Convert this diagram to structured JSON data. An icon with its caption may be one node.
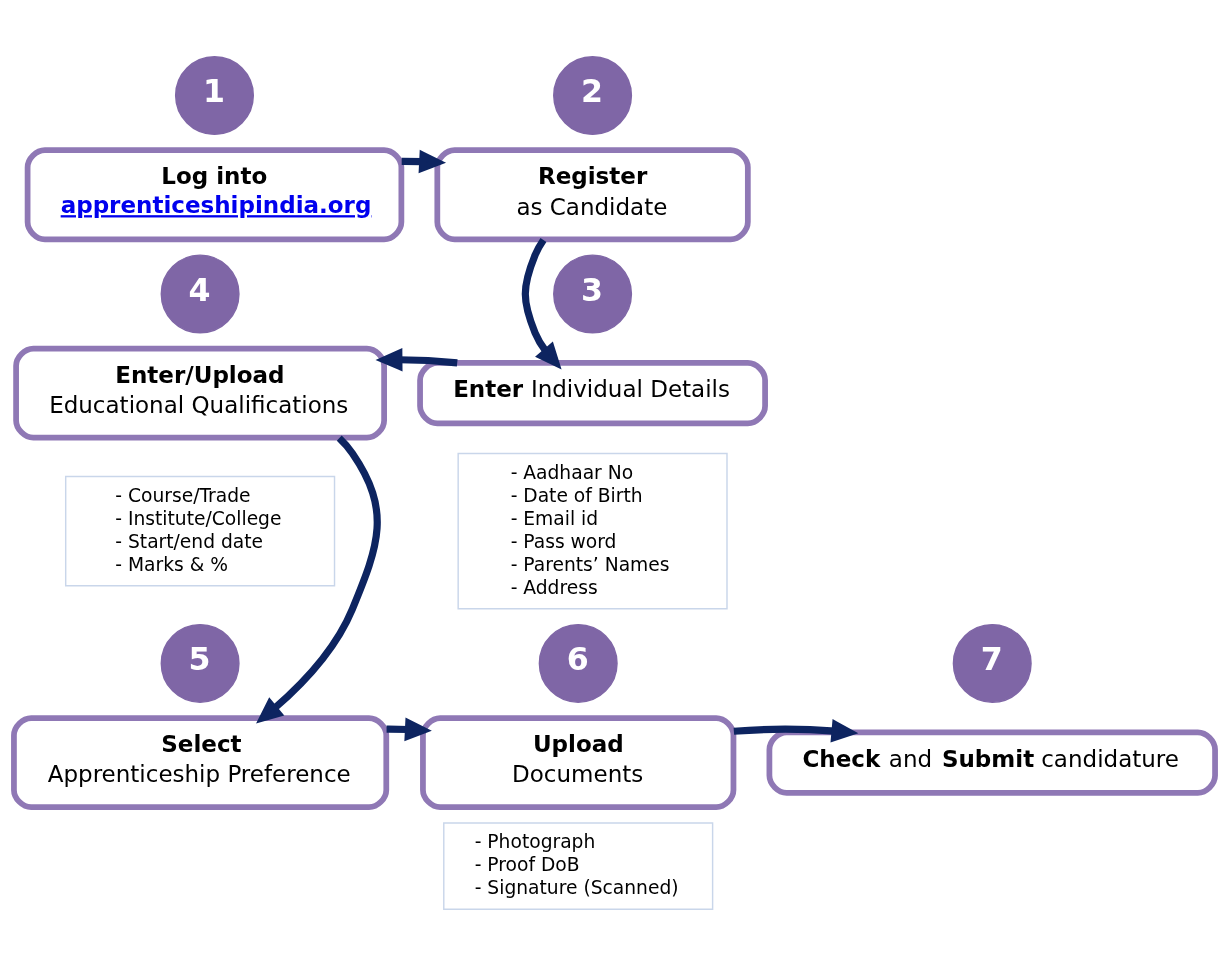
{
  "diagram": {
    "nodes": [
      {
        "text": [
          "1"
        ]
      },
      {
        "text": [
          "Log into",
          "apprenticeshipindia.org"
        ]
      },
      {
        "text": [
          "2"
        ]
      },
      {
        "text": [
          "Register",
          "as Candidate"
        ]
      },
      {
        "text": [
          "4"
        ]
      },
      {
        "text": [
          "Enter/Upload",
          "Educational Qualifications"
        ]
      },
      {
        "text": [
          "3"
        ]
      },
      {
        "text": [
          "**Enter** Individual Details"
        ]
      },
      {
        "text": [
          "- Course/Trade",
          "- Institute/College",
          "- Start/end date",
          "- Marks & %"
        ]
      },
      {
        "text": [
          "- Aadhaar No",
          "- Date of Birth",
          "- Email id",
          "- Pass word",
          "- Parents’ Names",
          "- Address"
        ]
      },
      {
        "text": [
          "5"
        ]
      },
      {
        "text": [
          "Select",
          "Apprenticeship Preference"
        ]
      },
      {
        "text": [
          "6"
        ]
      },
      {
        "text": [
          "Upload",
          "Documents"
        ]
      },
      {
        "text": [
          "7"
        ]
      },
      {
        "text": [
          "**Check** and **Submit** candidature"
        ]
      },
      {
        "text": [
          "- Photograph",
          "- Proof DoB",
          "- Signature (Scanned)"
        ]
      }
    ],
    "edges": [
      {
        "from": 1,
        "to": 3,
        "arrow": "to"
      },
      {
        "from": 3,
        "to": 7,
        "arrow": "to"
      },
      {
        "from": 7,
        "to": 5,
        "arrow": "to"
      },
      {
        "from": 5,
        "to": 11,
        "arrow": "to"
      },
      {
        "from": 11,
        "to": 13,
        "arrow": "to"
      },
      {
        "from": 13,
        "to": 15,
        "arrow": "to"
      }
    ]
  }
}
